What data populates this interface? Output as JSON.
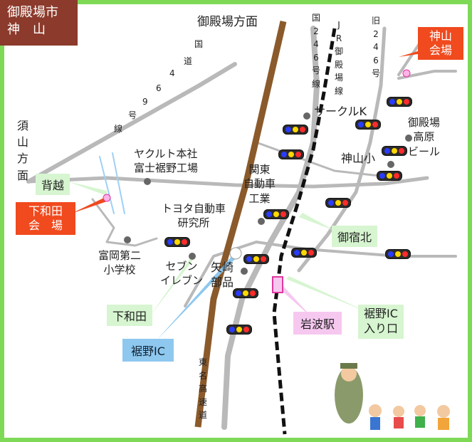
{
  "title": {
    "line1": "御殿場市",
    "line2": "神　山"
  },
  "directions": {
    "gotemba": "御殿場方面",
    "susono": [
      "須",
      "山",
      "方",
      "面"
    ],
    "route246": [
      "国",
      "2",
      "4",
      "6",
      "号",
      "線"
    ],
    "route246_old": [
      "旧",
      "2",
      "4",
      "6",
      "号"
    ],
    "jr_line": [
      "J",
      "R",
      "御",
      "殿",
      "場",
      "線"
    ],
    "route469": [
      "国",
      "道",
      "4",
      "6",
      "9",
      "号",
      "線"
    ],
    "tomei": [
      "東",
      "名",
      "高",
      "速",
      "道"
    ]
  },
  "venues": {
    "kamiyama": {
      "line1": "神山",
      "line2": "会場"
    },
    "shimowada": {
      "line1": "下和田",
      "line2": "会　場"
    }
  },
  "landmarks": {
    "yakult": {
      "line1": "ヤクルト本社",
      "line2": "富士裾野工場"
    },
    "toyota": {
      "line1": "トヨタ自動車",
      "line2": "研究所"
    },
    "kanto": {
      "line1": "関東",
      "line2": "自動車",
      "line3": "工業"
    },
    "circle_k": "サークルK",
    "kogen_beer": {
      "line1": "御殿場",
      "line2": "高原",
      "line3": "ビール"
    },
    "kamiyama_elem": "神山小",
    "tomioka": {
      "line1": "富岡第二",
      "line2": "小学校"
    },
    "seven": {
      "line1": "セブン",
      "line2": "イレブン"
    },
    "yazaki": {
      "line1": "矢崎",
      "line2": "部品"
    }
  },
  "stops": {
    "sekigoshi": "背越",
    "gosyukukita": "御宿北",
    "shimowada": "下和田",
    "susono_ic": "裾野IC",
    "iwanami": "岩波駅",
    "susono_ic_entrance": {
      "line1": "裾野IC",
      "line2": "入り口"
    }
  },
  "colors": {
    "border": "#7ed957",
    "road": "#b7b7b7",
    "tomei": "#8b5a2b",
    "venue": "#f04a1e",
    "title_bg": "#8b3a2b"
  },
  "icons": [
    "traffic-signal-icon",
    "landmark-dot-icon",
    "venue-pin-icon",
    "station-marker-icon",
    "walking-family-illustration"
  ]
}
